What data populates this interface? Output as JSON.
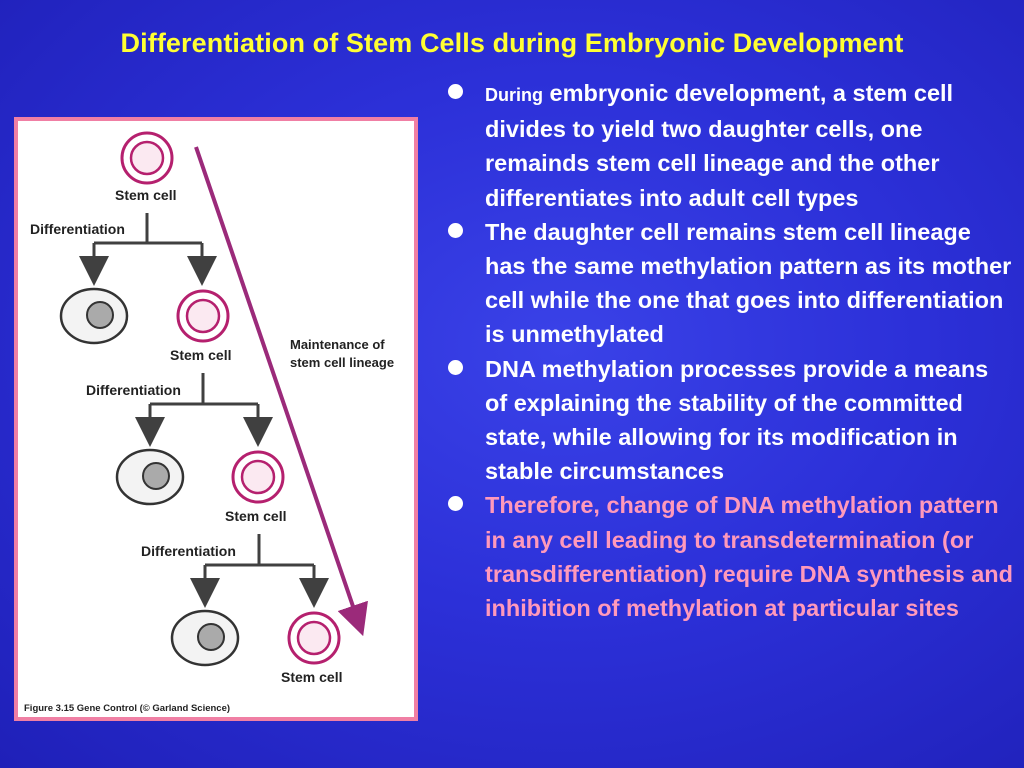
{
  "slide": {
    "title": "Differentiation of Stem Cells during Embryonic Development"
  },
  "figure": {
    "labels": {
      "stem_cell": "Stem cell",
      "differentiation": "Differentiation",
      "maintenance_line1": "Maintenance of",
      "maintenance_line2": "stem cell lineage"
    },
    "caption": "Figure 3.15  Gene Control (© Garland Science)"
  },
  "bullets": [
    {
      "lead": "During",
      "text": " embryonic development, a stem cell divides to yield two daughter cells, one remainds stem cell lineage and the other differentiates into adult cell types"
    },
    {
      "lead": "",
      "text": "The daughter cell remains stem cell lineage has the same methylation pattern as its mother cell while the one that goes into differentiation is unmethylated"
    },
    {
      "lead": "",
      "text": "DNA methylation processes provide a means of explaining the stability of the committed state, while allowing for its modification in stable circumstances"
    },
    {
      "lead": "",
      "text": "Therefore, change of DNA methylation pattern in any cell leading to transdetermination (or transdifferentiation) require DNA synthesis and inhibition of methylation at particular sites"
    }
  ],
  "colors": {
    "title": "#ffff33",
    "highlight": "#ff99bb",
    "border": "#f07fa4",
    "stem_cell": "#b5206e",
    "arrow": "#9b2a7a"
  }
}
